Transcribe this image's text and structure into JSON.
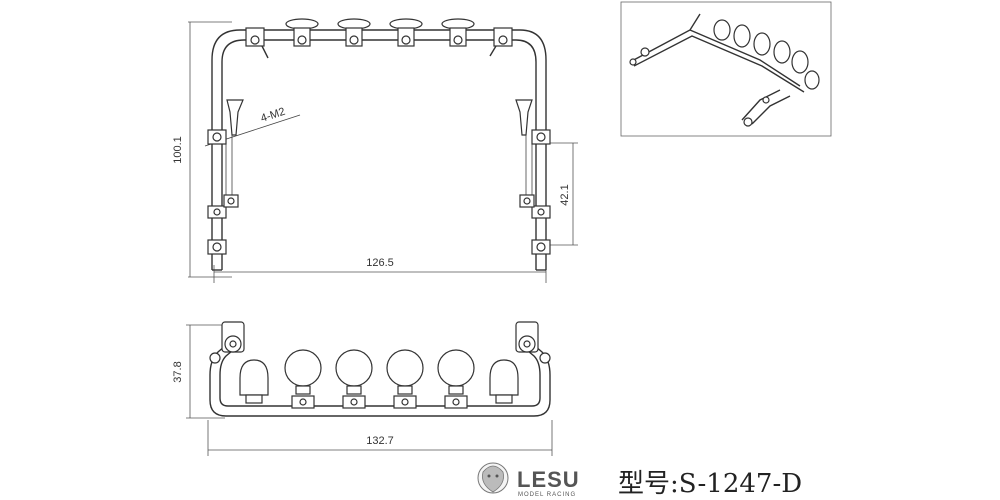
{
  "front_view": {
    "dim_width": "126.5",
    "dim_height": "100.1",
    "dim_bracket": "42.1",
    "callout_screws": "4-M2"
  },
  "top_view": {
    "dim_width": "132.7",
    "dim_depth": "37.8"
  },
  "footer": {
    "brand": "LESU",
    "brand_sub": "MODEL RACING",
    "model_label": "型号:S-1247-D"
  }
}
